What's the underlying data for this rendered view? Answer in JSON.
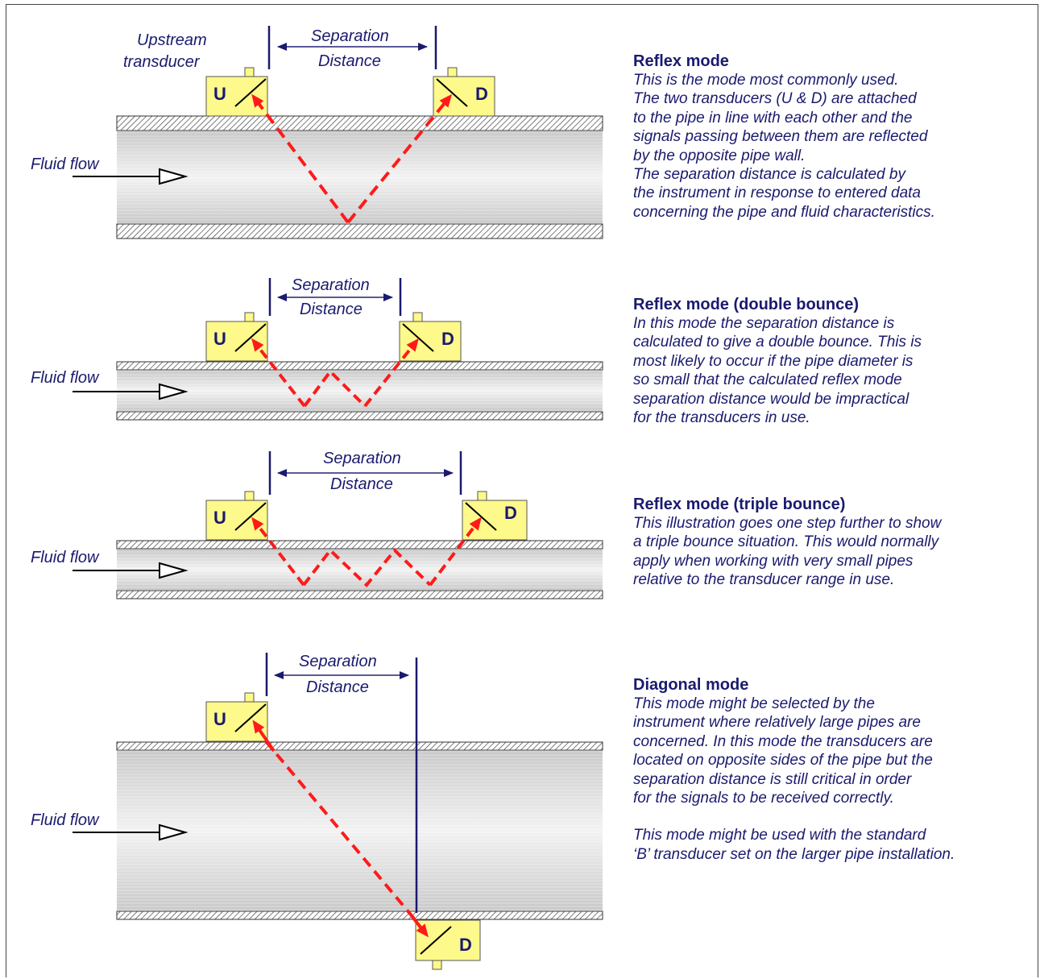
{
  "diagram1": {
    "upstream_label_line1": "Upstream",
    "upstream_label_line2": "transducer",
    "separation_line1": "Separation",
    "separation_line2": "Distance",
    "fluid_flow": "Fluid flow",
    "u_letter": "U",
    "d_letter": "D"
  },
  "diagram2": {
    "separation_line1": "Separation",
    "separation_line2": "Distance",
    "fluid_flow": "Fluid flow",
    "u_letter": "U",
    "d_letter": "D"
  },
  "diagram3": {
    "separation_line1": "Separation",
    "separation_line2": "Distance",
    "fluid_flow": "Fluid flow",
    "u_letter": "U",
    "d_letter": "D"
  },
  "diagram4": {
    "separation_line1": "Separation",
    "separation_line2": "Distance",
    "fluid_flow": "Fluid flow",
    "u_letter": "U",
    "d_letter": "D"
  },
  "sections": {
    "reflex": {
      "title": "Reflex mode",
      "body": "This is the mode most commonly used.\nThe two transducers (U & D) are attached\nto the pipe in line with each other and the\nsignals passing between them are reflected\nby the opposite pipe wall.\nThe separation distance is calculated by\nthe instrument in response to entered data\nconcerning the pipe and fluid characteristics."
    },
    "double": {
      "title": "Reflex mode (double bounce)",
      "body": "In this mode the separation distance is\ncalculated to give a double bounce. This is\nmost likely to occur if the pipe diameter is\nso small that the calculated reflex mode\nseparation distance would be impractical\nfor the transducers in use."
    },
    "triple": {
      "title": "Reflex mode (triple bounce)",
      "body": "This illustration goes one step further to show\na triple bounce situation. This would normally\napply when working with very small pipes\nrelative to the transducer range in use."
    },
    "diagonal": {
      "title": "Diagonal mode",
      "body": "This mode might be selected by the\ninstrument where relatively large pipes are\nconcerned. In this mode the transducers are\nlocated on opposite sides of the pipe but the\nseparation distance is still critical in order\nfor the signals to be received correctly.",
      "body2": "This mode might be used with the standard\n‘B’ transducer set on the larger pipe installation."
    }
  },
  "colors": {
    "text": "#1a1a6e",
    "transducer_fill": "#fdf98a",
    "signal": "#ff1a1a",
    "pipe_wall": "#555555"
  }
}
